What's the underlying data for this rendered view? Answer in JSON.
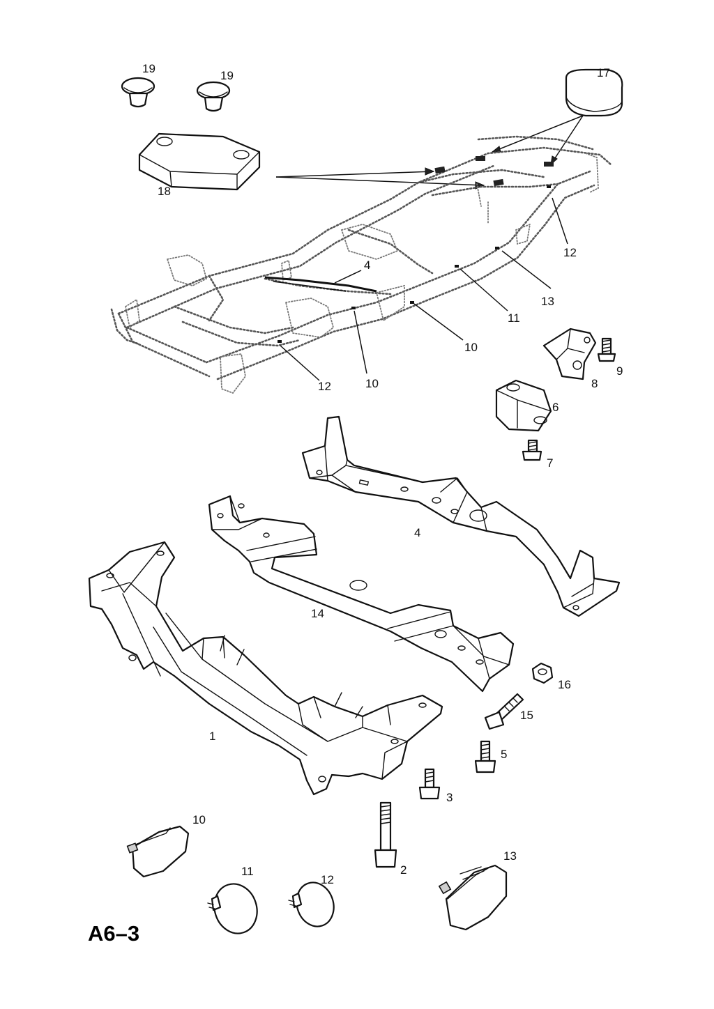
{
  "diagram_code": "A6–3",
  "callouts": {
    "p19a": "19",
    "p19b": "19",
    "p17": "17",
    "p18": "18",
    "p12a": "12",
    "p13a": "13",
    "p11a": "11",
    "p10a": "10",
    "p4a": "4",
    "p12b": "12",
    "p10b": "10",
    "p9": "9",
    "p8": "8",
    "p6": "6",
    "p7": "7",
    "p4b": "4",
    "p14": "14",
    "p16": "16",
    "p15": "15",
    "p1": "1",
    "p5": "5",
    "p3": "3",
    "p2": "2",
    "p10c": "10",
    "p13b": "13",
    "p11b": "11",
    "p12c": "12"
  },
  "colors": {
    "line": "#111111",
    "frame_dotted": "#555555",
    "background": "#ffffff"
  }
}
